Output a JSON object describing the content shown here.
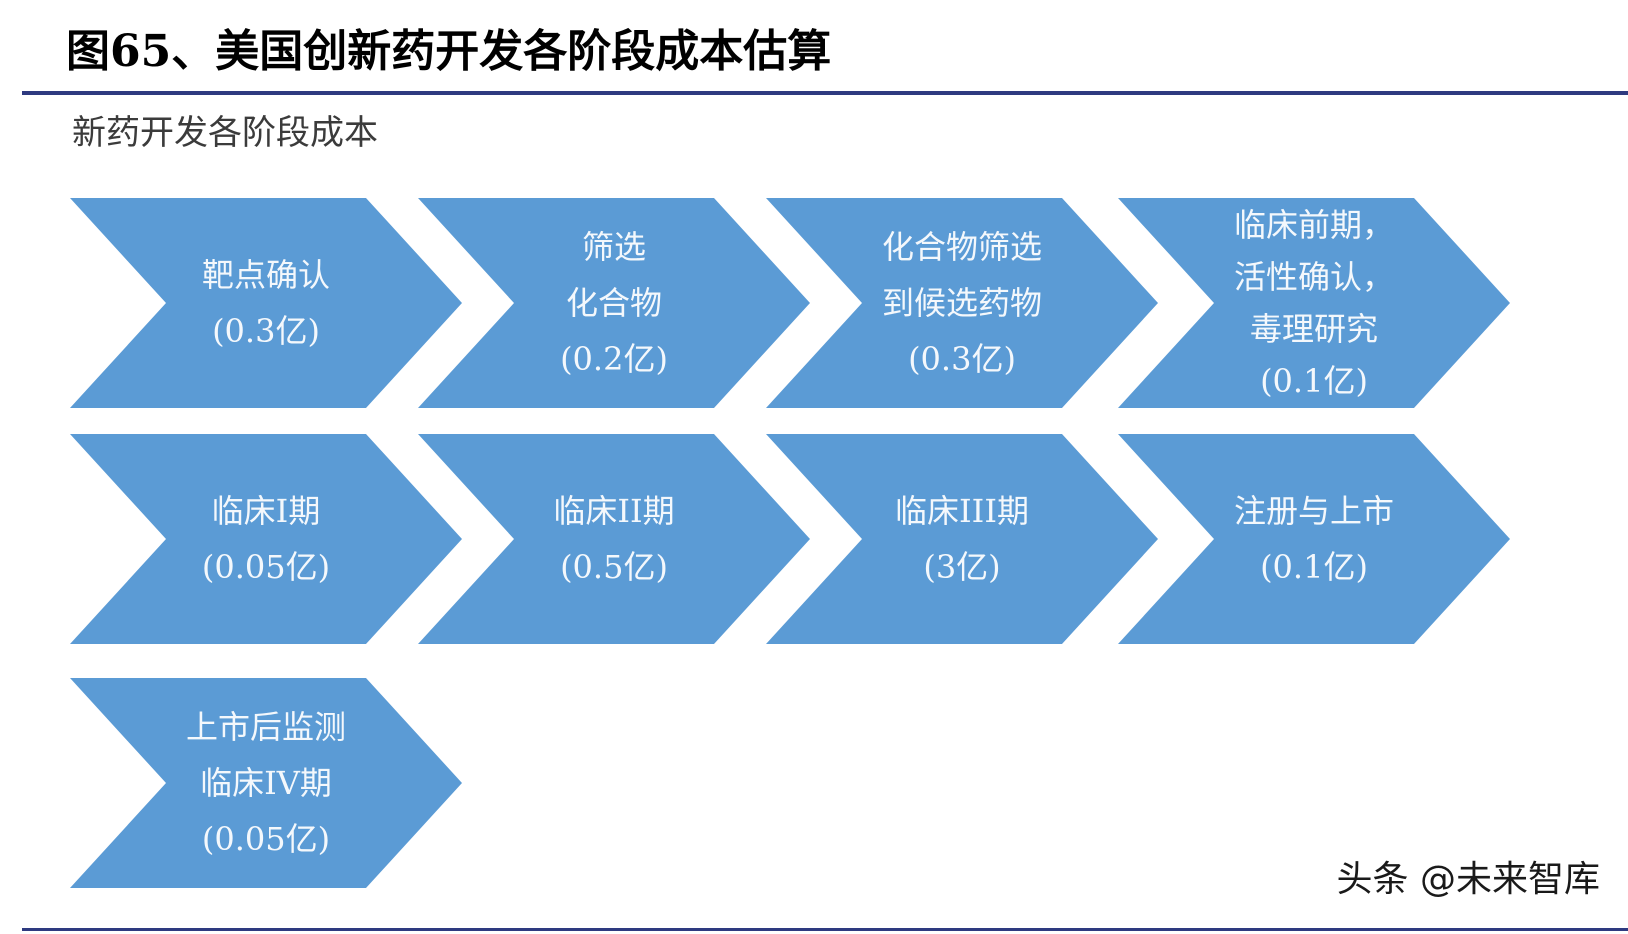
{
  "figure_title": "图65、美国创新药开发各阶段成本估算",
  "diagram_title": "新药开发各阶段成本",
  "colors": {
    "chevron_fill": "#5b9bd5",
    "text": "#ffffff",
    "rule": "#2e3a80"
  },
  "stages": [
    {
      "lines": [
        "靶点确认"
      ],
      "cost": "(0.3亿)"
    },
    {
      "lines": [
        "筛选",
        "化合物"
      ],
      "cost": "(0.2亿)"
    },
    {
      "lines": [
        "化合物筛选",
        "到候选药物"
      ],
      "cost": "(0.3亿)"
    },
    {
      "lines": [
        "临床前期，",
        "活性确认，",
        "毒理研究"
      ],
      "cost": "(0.1亿)"
    },
    {
      "lines": [
        "临床I期"
      ],
      "cost": "(0.05亿)"
    },
    {
      "lines": [
        "临床II期"
      ],
      "cost": "(0.5亿)"
    },
    {
      "lines": [
        "临床III期"
      ],
      "cost": "(3亿)"
    },
    {
      "lines": [
        "注册与上市"
      ],
      "cost": "(0.1亿)"
    },
    {
      "lines": [
        "上市后监测",
        "临床IV期"
      ],
      "cost": "(0.05亿)"
    }
  ],
  "watermark": "头条 @未来智库"
}
